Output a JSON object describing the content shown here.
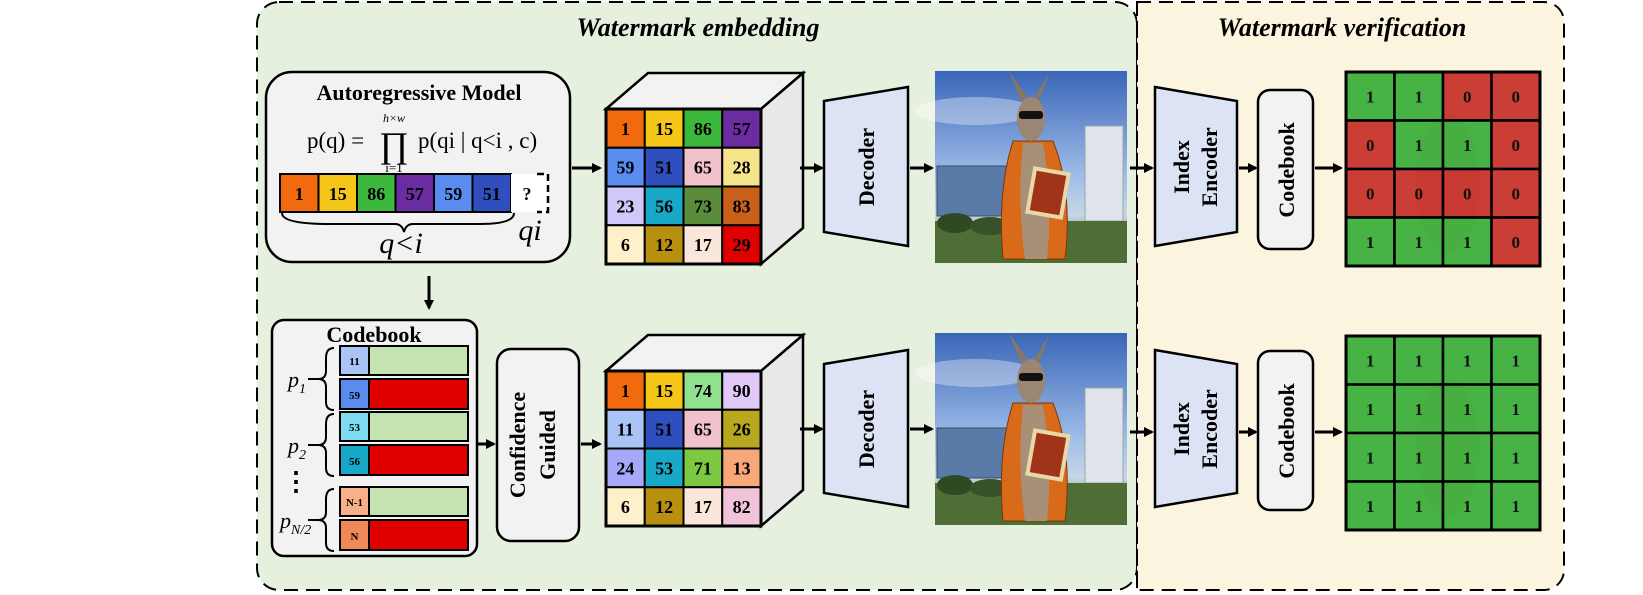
{
  "titles": {
    "embedding": "Watermark embedding",
    "verification": "Watermark verification"
  },
  "ar_model": {
    "title": "Autoregressive Model",
    "formula_lhs": "p(q) =",
    "prod_top": "h×w",
    "prod_bottom": "i=1",
    "formula_rhs": "p(qi | q<i , c)",
    "sequence": [
      "1",
      "15",
      "86",
      "57",
      "59",
      "51"
    ],
    "sequence_colors": [
      "#f26a0e",
      "#f5c518",
      "#3cb83c",
      "#6a2ca0",
      "#5a8cf0",
      "#2f4fbf"
    ],
    "unknown": "?",
    "prefix_label": "q<i",
    "current_label": "qi"
  },
  "codebook_panel": {
    "title": "Codebook",
    "groups": [
      {
        "label": "p1",
        "top_code": "11",
        "top_color": "#a9c4f5",
        "bottom_code": "59",
        "bottom_color": "#5a8cf0"
      },
      {
        "label": "p2",
        "top_code": "53",
        "top_color": "#7fdcf0",
        "bottom_code": "56",
        "bottom_color": "#18a8c8"
      },
      {
        "label": "pN/2",
        "top_code": "N-1",
        "top_color": "#f8b08a",
        "bottom_code": "N",
        "bottom_color": "#f08858"
      }
    ],
    "ellipsis": "⋮"
  },
  "confidence_guided": {
    "line1": "Confidence",
    "line2": "Guided"
  },
  "grid_top": {
    "values": [
      "1",
      "15",
      "86",
      "57",
      "59",
      "51",
      "65",
      "28",
      "23",
      "56",
      "73",
      "83",
      "6",
      "12",
      "17",
      "29"
    ],
    "colors": [
      "#f26a0e",
      "#f5c518",
      "#3cb83c",
      "#6a2ca0",
      "#5a8cf0",
      "#2f4fbf",
      "#f2c2cc",
      "#f5e48a",
      "#cfc8f8",
      "#18a8c8",
      "#5a8c3c",
      "#c8601a",
      "#fff0cc",
      "#b89010",
      "#fbe6dc",
      "#e00000"
    ]
  },
  "grid_bottom": {
    "values": [
      "1",
      "15",
      "74",
      "90",
      "11",
      "51",
      "65",
      "26",
      "24",
      "53",
      "71",
      "13",
      "6",
      "12",
      "17",
      "82"
    ],
    "colors": [
      "#f26a0e",
      "#f5c518",
      "#90e090",
      "#e0c8f8",
      "#a9c4f5",
      "#2f4fbf",
      "#f2c2cc",
      "#b8a820",
      "#a8a8f8",
      "#18a8c8",
      "#7cc840",
      "#f8a878",
      "#fff0cc",
      "#b89010",
      "#fbe6dc",
      "#f2c2d8"
    ]
  },
  "decoder_label": "Decoder",
  "index_encoder": {
    "line1": "Index",
    "line2": "Encoder"
  },
  "codebook_label": "Codebook",
  "verify_top": [
    "1",
    "1",
    "0",
    "0",
    "0",
    "1",
    "1",
    "0",
    "0",
    "0",
    "0",
    "0",
    "1",
    "1",
    "1",
    "0"
  ],
  "verify_bottom": [
    "1",
    "1",
    "1",
    "1",
    "1",
    "1",
    "1",
    "1",
    "1",
    "1",
    "1",
    "1",
    "1",
    "1",
    "1",
    "1"
  ],
  "colors": {
    "embedding_bg": "#e6f0df",
    "verification_bg": "#fbf5e0",
    "block_fill": "#dce3f5",
    "box_fill": "#f2f2f2",
    "match_green": "#3db83d",
    "mismatch_red": "#dc2a2a",
    "bar_green": "#c5e3b0",
    "bar_red": "#e00000"
  }
}
